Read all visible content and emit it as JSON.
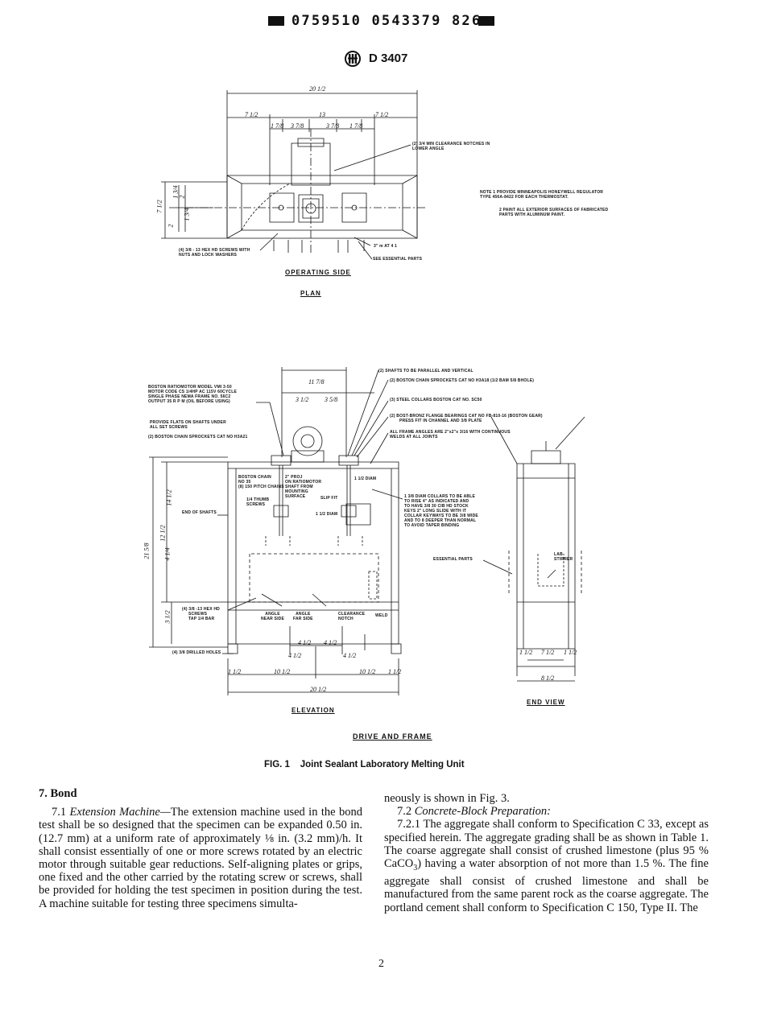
{
  "header": {
    "barcode_text": "0759510 0543379 826",
    "standard_designation": "D 3407"
  },
  "figure": {
    "caption_label": "FIG. 1",
    "caption_title": "Joint Sealant Laboratory Melting Unit",
    "plan": {
      "title": "PLAN",
      "operating_side": "OPERATING SIDE",
      "dims": {
        "overall": "20 1/2",
        "left": "7 1/2",
        "center": "13",
        "right": "7 1/2",
        "inner1": "1 7/8",
        "inner2": "3 7/8",
        "inner3": "3 7/8",
        "inner4": "1 7/8",
        "side_h": "7 1/2",
        "side_a": "1 3/4",
        "side_b": "2",
        "side_c": "1 3/4",
        "side_d": "2"
      },
      "callouts": {
        "clearance": "(2) 3/4 MIN CLEARANCE NOTCHES IN LOWER ANGLE",
        "screws": "(4) 3/8 - 13 HEX HD SCREWS WITH NUTS AND LOCK WASHERS",
        "at_spacing": "3\" m AT 4 1",
        "essential": "SEE ESSENTIAL PARTS"
      },
      "notes": [
        "NOTE 1  PROVIDE MINNEAPOLIS HONEYWELL REGULATOR TYPE 456A-8422 FOR EACH THERMOSTAT.",
        "2  PAINT ALL EXTERIOR SURFACES OF FABRICATED PARTS WITH ALUMINUM PAINT."
      ]
    },
    "elevation": {
      "title": "ELEVATION",
      "end_view": "END VIEW",
      "drive_frame": "DRIVE AND FRAME",
      "dims": {
        "overall": "20 1/2",
        "bottom_left": "10 1/2",
        "bottom_right": "10 1/2",
        "top": "11 7/8",
        "top_a": "3 1/2",
        "top_b": "3 5/8",
        "mid_a": "4 1/2",
        "mid_b": "4 1/2",
        "mid_c": "4 1/2",
        "mid_d": "4 1/2",
        "left_end": "1 1/2",
        "right_end": "1 1/2",
        "h_overall": "21 5/8",
        "h1": "14 1/2",
        "h2": "12 1/2",
        "h3": "4 1/4",
        "h4": "3 1/2",
        "end_a": "1 1/2",
        "end_b": "7 1/2",
        "end_c": "1 1/2",
        "end_d": "8 1/2"
      },
      "callouts": {
        "motor": [
          "BOSTON RATIOMOTOR MODEL VMI 3-50",
          "MOTOR CODE CS 1/4HP AC 115V 60CYCLE",
          "SINGLE PHASE NEMA FRAME NO. 56C2",
          "OUTPUT 35 R P M (OIL BEFORE USING)"
        ],
        "flats": [
          "PROVIDE FLATS ON SHAFTS UNDER",
          "ALL SET SCREWS"
        ],
        "sprockets_small": "(2) BOSTON CHAIN SPROCKETS CAT NO H3A21",
        "shafts": "(2) SHAFTS TO BE PARALLEL AND VERTICAL",
        "sprockets": "(2) BOSTON CHAIN SPROCKETS CAT NO H3A18 (1/2 BAM 5/8 BHOLE)",
        "collars": "(3) STEEL COLLARS BOSTON CAT NO. SC50",
        "bearings": [
          "(2) BOST-BRONZ FLANGE BEARINGS CAT NO FB-810-16 (BOSTON GEAR)",
          "PRESS FIT IN CHANNEL AND 3/8 PLATE"
        ],
        "angles": [
          "ALL FRAME ANGLES ARE 2\"x2\"x 3/16 WITH CONTINUOUS",
          "WELDS AT ALL JOINTS"
        ],
        "collars_note": [
          "1 3/8 DIAM COLLARS TO BE ABLE",
          "TO RISE 4\" AS INDICATED AND",
          "TO HAVE 3/8 30 CIB HD STOCK",
          "KEYS 2\" LONG SLIDE WITH IT",
          "COLLAR KEYWAYS TO BE 3/8 WIDE",
          "AND TO 8 DEEPER THAN NORMAL",
          "TO AVOID TAPER BINDING"
        ],
        "essential": "ESSENTIAL PARTS",
        "end_of_shafts": "END OF SHAFTS",
        "boston_chain": [
          "BOSTON CHAIN",
          "NO 35",
          "(8) 150 PITCH CHAINS"
        ],
        "ratiomotor": [
          "2\" PROJ",
          "ON RATIOMOTOR",
          "SHAFT FROM",
          "MOUNTING",
          "SURFACE"
        ],
        "thumb": [
          "1/4 THUMB",
          "SCREWS"
        ],
        "slip_fit": "SLIP FIT",
        "diam1": "1 1/2 DIAM",
        "diam2": "1 1/2 DIAM",
        "hex_screws": [
          "(4) 3/8 -13 HEX HD",
          "SCREWS",
          "TAP 1/4 BAR"
        ],
        "drilled": "(4) 3/8 DRILLED HOLES",
        "angle_near": [
          "ANGLE",
          "NEAR SIDE"
        ],
        "angle_far": [
          "ANGLE",
          "FAR SIDE"
        ],
        "clearance_notch": [
          "CLEARANCE",
          "NOTCH"
        ],
        "weld": "WELD",
        "lab_stirrer": [
          "LAB",
          "STIRRER"
        ]
      }
    }
  },
  "body": {
    "section_heading": "7. Bond",
    "left_column": [
      {
        "num": "7.1",
        "title": "Extension Machine—",
        "text": "The extension machine used in the bond test shall be so designed that the specimen can be expanded 0.50 in. (12.7 mm) at a uniform rate of approximately ⅛ in. (3.2 mm)/h. It shall consist essentially of one or more screws rotated by an electric motor through suitable gear reductions. Self-aligning plates or grips, one fixed and the other carried by the rotating screw or screws, shall be provided for holding the test specimen in position during the test. A machine suitable for testing three specimens simulta-"
      }
    ],
    "right_column": {
      "continuation": "neously is shown in Fig. 3.",
      "sub_heading_num": "7.2",
      "sub_heading_title": "Concrete-Block Preparation:",
      "para_num": "7.2.1",
      "para_text_1": "The aggregate shall conform to Specification C 33, except as specified herein. The aggregate grading shall be as shown in Table 1. The coarse aggregate shall consist of crushed limestone (plus 95 % CaCO",
      "para_sub": "3",
      "para_text_2": ") having a water absorption of not more than 1.5 %. The fine aggregate shall consist of crushed limestone and shall be manufactured from the same parent rock as the coarse aggregate. The portland cement shall conform to Specification C 150, Type II. The"
    },
    "page_number": "2"
  }
}
